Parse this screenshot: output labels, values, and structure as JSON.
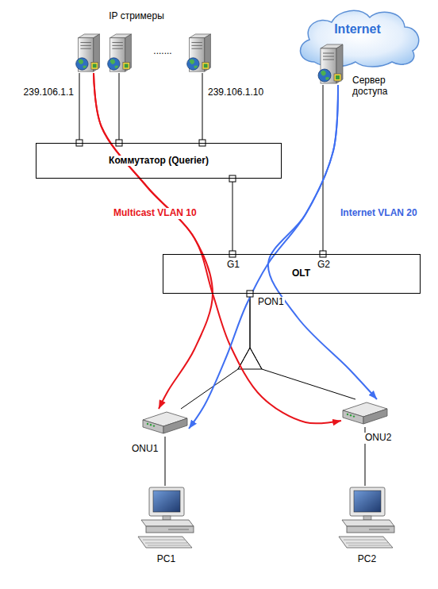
{
  "diagram": {
    "nodes": [
      {
        "text": [
          "239.106.1.1"
        ]
      },
      {
        "text": [
          "239.106.1.10"
        ]
      },
      {
        "text": [
          "Internet"
        ]
      },
      {
        "text": [
          "Сервер доступа"
        ]
      },
      {
        "text": [
          "Коммутатор (Querier)"
        ]
      },
      {
        "text": [
          "OLT"
        ]
      },
      {
        "text": [
          "ONU1"
        ]
      },
      {
        "text": [
          "ONU2"
        ]
      },
      {
        "text": [
          "PC1"
        ]
      },
      {
        "text": [
          "PC2"
        ]
      }
    ],
    "edges": [
      {
        "from": 0,
        "to": 4,
        "arrow": "none"
      },
      {
        "from": 1,
        "to": 4,
        "arrow": "none"
      },
      {
        "from": 4,
        "to": 5,
        "arrow": "none"
      },
      {
        "from": 3,
        "to": 5,
        "arrow": "none"
      },
      {
        "from": 5,
        "to": 6,
        "arrow": "none"
      },
      {
        "from": 5,
        "to": 7,
        "arrow": "none"
      },
      {
        "from": 6,
        "to": 8,
        "arrow": "none"
      },
      {
        "from": 7,
        "to": 9,
        "arrow": "none"
      },
      {
        "from": 0,
        "to": 6,
        "arrow": "to"
      },
      {
        "from": 0,
        "to": 7,
        "arrow": "to"
      },
      {
        "from": 3,
        "to": 6,
        "arrow": "to"
      },
      {
        "from": 3,
        "to": 7,
        "arrow": "to"
      }
    ],
    "labels": [
      "IP стримеры",
      ".......",
      "Multicast VLAN 10",
      "Internet VLAN 20",
      "G1",
      "G2",
      "PON1"
    ]
  }
}
